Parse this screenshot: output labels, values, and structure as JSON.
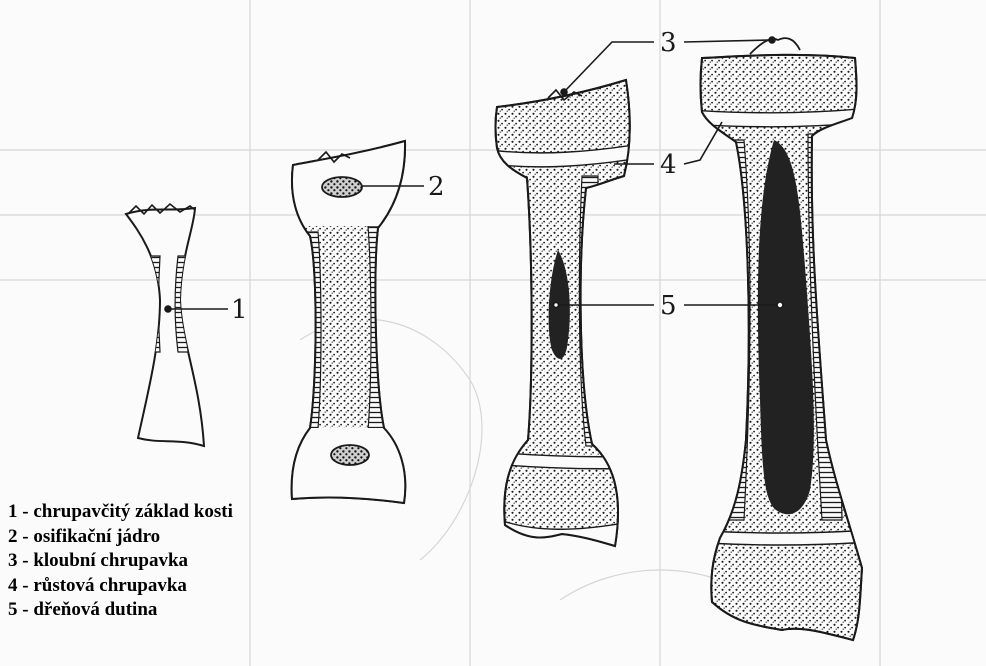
{
  "callouts": {
    "n1": "1",
    "n2": "2",
    "n3": "3",
    "n4": "4",
    "n5": "5"
  },
  "legend": [
    "1 - chrupavčitý základ kosti",
    "2 - osifikační jádro",
    "3 - kloubní chrupavka",
    "4 - růstová chrupavka",
    "5 - dřeňová dutina"
  ],
  "colors": {
    "ink": "#1a1a1a",
    "paper": "#fbfbfb",
    "cavity": "#222222"
  }
}
